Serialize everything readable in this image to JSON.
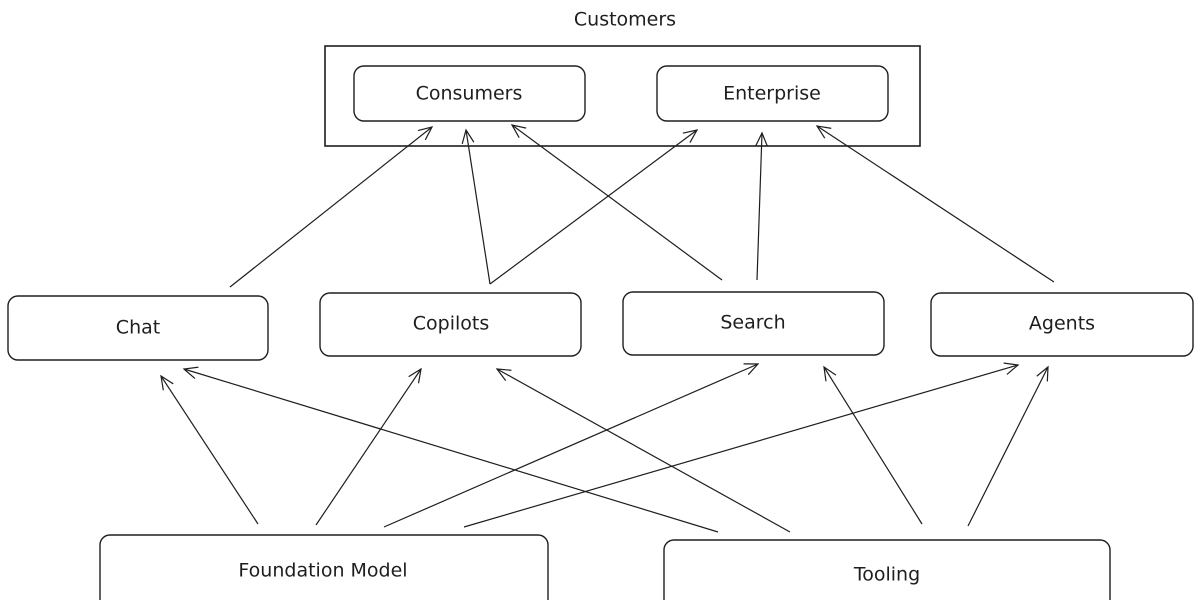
{
  "title": "Customers",
  "customers": {
    "consumers": "Consumers",
    "enterprise": "Enterprise"
  },
  "products": {
    "chat": "Chat",
    "copilots": "Copilots",
    "search": "Search",
    "agents": "Agents"
  },
  "foundation": {
    "model": "Foundation Model",
    "tooling": "Tooling"
  }
}
